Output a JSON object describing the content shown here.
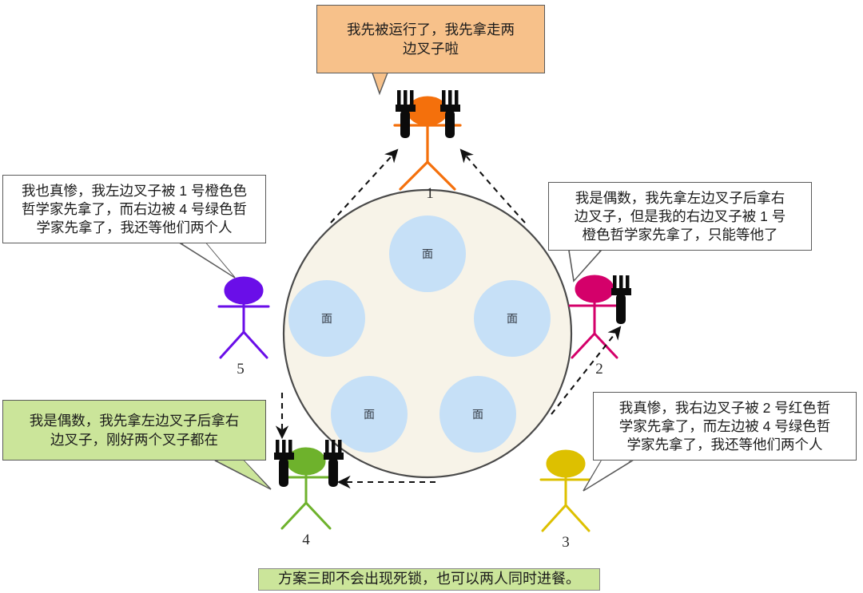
{
  "diagram": {
    "title_caption": "方案三即不会出现死锁，也可以两人同时进餐。",
    "table": {
      "bowl_label": "面",
      "bowl_count": 5,
      "table_color": "#f7f3e8",
      "bowl_color": "#c6e0f7",
      "table_border_color": "#4a4a4a"
    },
    "philosophers": [
      {
        "number": "1",
        "color": "#f4700c",
        "forks": "both",
        "position": "top"
      },
      {
        "number": "2",
        "color": "#d4006a",
        "forks": "right",
        "position": "right"
      },
      {
        "number": "3",
        "color": "#ddc000",
        "forks": "none",
        "position": "bottom-right"
      },
      {
        "number": "4",
        "color": "#6eb22c",
        "forks": "both",
        "position": "bottom-left"
      },
      {
        "number": "5",
        "color": "#6a0ee8",
        "forks": "none",
        "position": "left"
      }
    ],
    "callouts": [
      {
        "id": "callout-top",
        "style": "orange",
        "lines": [
          "我先被运行了，我先拿走两",
          "边叉子啦"
        ]
      },
      {
        "id": "callout-left",
        "style": "plain",
        "lines": [
          "我也真惨，我左边叉子被 1 号橙色色",
          "哲学家先拿了，而右边被 4 号绿色哲",
          "学家先拿了，我还等他们两个人"
        ]
      },
      {
        "id": "callout-right",
        "style": "plain",
        "lines": [
          "我是偶数，我先拿左边叉子后拿右",
          "边叉子，但是我的右边叉子被 1 号",
          "橙色哲学家先拿了，只能等他了"
        ]
      },
      {
        "id": "callout-bottom-right",
        "style": "plain",
        "lines": [
          "我真惨，我右边叉子被 2 号红色哲",
          "学家先拿了，而左边被 4 号绿色哲",
          "学家先拿了，我还等他们两个人"
        ]
      },
      {
        "id": "callout-bottom-left",
        "style": "green",
        "lines": [
          "我是偶数，我先拿左边叉子后拿右",
          "边叉子，刚好两个叉子都在"
        ]
      }
    ]
  }
}
